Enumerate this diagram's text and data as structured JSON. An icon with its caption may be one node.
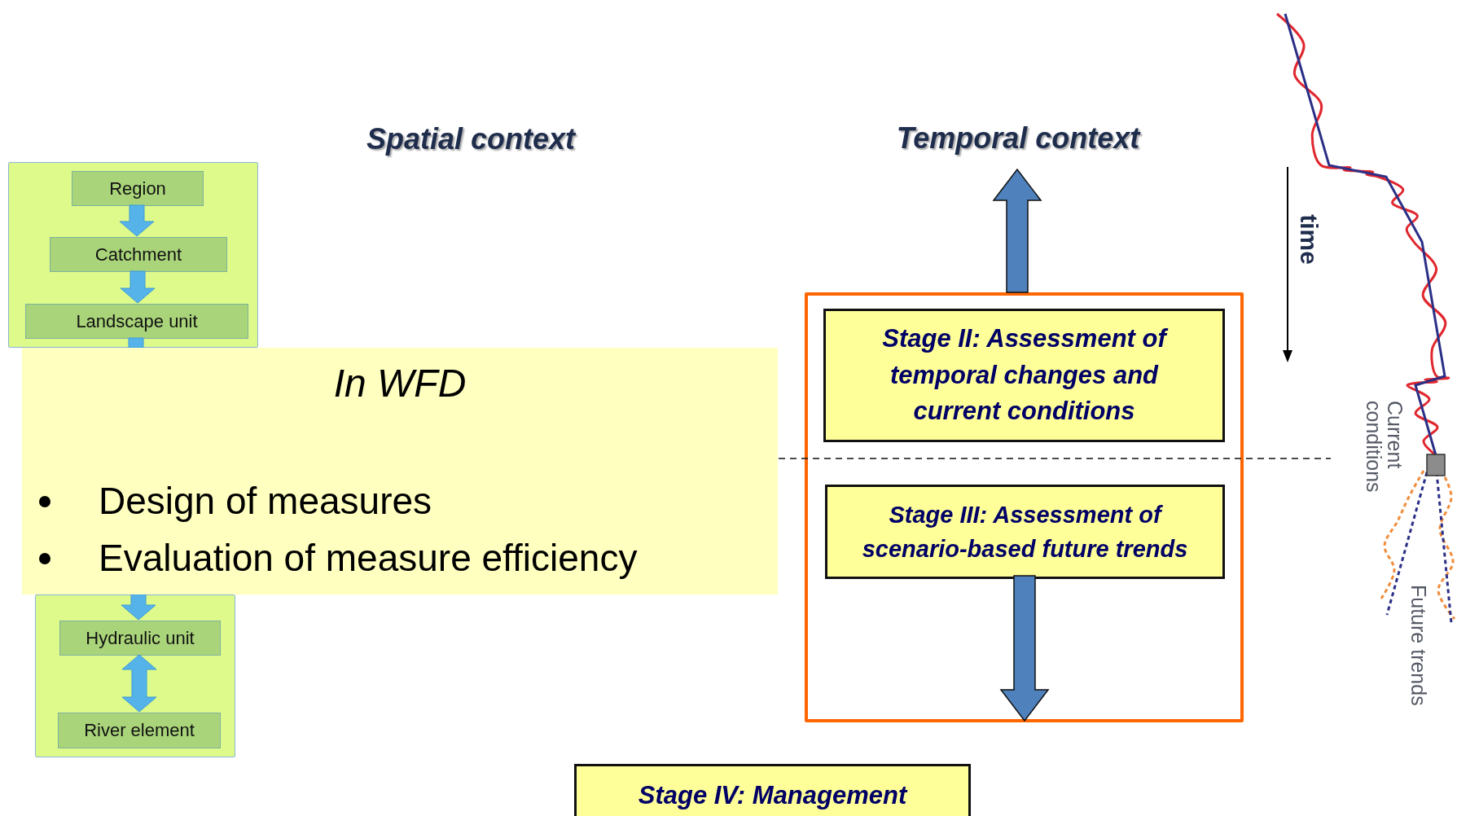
{
  "diagram": {
    "nodes": [
      {
        "text": [],
        "shape": "box"
      },
      {
        "text": [
          "Region"
        ],
        "in": 0
      },
      {
        "text": [
          "Catchment"
        ],
        "in": 0
      },
      {
        "text": [
          "Landscape unit"
        ],
        "in": 0
      },
      {
        "text": [],
        "shape": "box"
      },
      {
        "text": [
          "Hydraulic unit"
        ],
        "in": 4
      },
      {
        "text": [
          "River element"
        ],
        "in": 4
      },
      {
        "text": [
          "In WFD",
          "Design of measures",
          "Evaluation of measure efficiency"
        ]
      },
      {
        "text": [],
        "shape": "box"
      },
      {
        "text": [
          "Stage II: Assessment of temporal changes and current conditions"
        ],
        "in": 8
      },
      {
        "text": [
          "Stage III: Assessment of scenario-based future trends"
        ],
        "in": 8
      },
      {
        "text": [
          "Stage IV: Management"
        ]
      }
    ],
    "edges": [
      {
        "from": 1,
        "to": 2,
        "arrow": "to"
      },
      {
        "from": 2,
        "to": 3,
        "arrow": "to"
      },
      {
        "from": 3,
        "to": null,
        "arrow": "none"
      },
      {
        "from": null,
        "to": 5,
        "arrow": "to"
      },
      {
        "from": 5,
        "to": 6,
        "arrow": "both"
      },
      {
        "from": 8,
        "to": null,
        "arrow": "to",
        "color": "#4f81bd"
      },
      {
        "from": 10,
        "to": null,
        "arrow": "to",
        "color": "#4f81bd"
      }
    ],
    "labels": [
      "Spatial context",
      "Temporal context",
      "time",
      "Current conditions",
      "Future trends"
    ]
  }
}
